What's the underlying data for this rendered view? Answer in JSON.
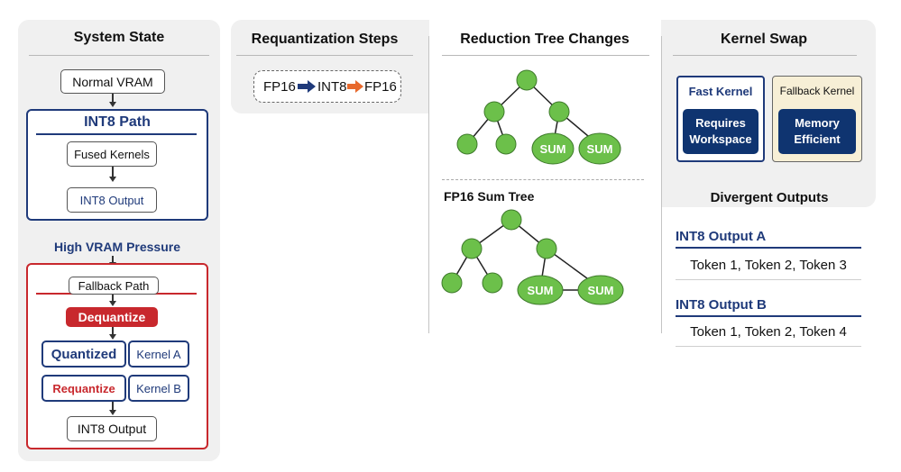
{
  "system_state": {
    "title": "System State",
    "normal_vram": "Normal VRAM",
    "int8_path_title": "INT8 Path",
    "fused_kernels": "Fused Kernels",
    "int8_output_top": "INT8 Output",
    "high_vram_pressure": "High VRAM Pressure",
    "fallback_path": "Fallback Path",
    "dequantize": "Dequantize",
    "quantized": "Quantized",
    "kernel_a": "Kernel A",
    "requantize": "Requantize",
    "kernel_b": "Kernel B",
    "int8_output_bottom": "INT8 Output"
  },
  "requantization": {
    "title": "Requantization Steps",
    "step1": "FP16",
    "step2": "INT8",
    "step3": "FP16"
  },
  "reduction_tree": {
    "title": "Reduction Tree Changes",
    "top_leaf_labels": [
      "SUM",
      "SUM"
    ],
    "fp16_tree_title": "FP16 Sum Tree",
    "bottom_leaf_labels": [
      "SUM",
      "SUM"
    ]
  },
  "kernel_swap": {
    "title": "Kernel Swap",
    "fast_kernel": {
      "label": "Fast Kernel",
      "inner": "Requires Workspace"
    },
    "fallback_kernel": {
      "label": "Fallback Kernel",
      "inner": "Memory Efficient"
    }
  },
  "divergent_outputs": {
    "title": "Divergent Outputs",
    "output_a": {
      "label": "INT8 Output A",
      "tokens": "Token 1, Token 2, Token 3"
    },
    "output_b": {
      "label": "INT8 Output B",
      "tokens": "Token 1, Token 2, Token 4"
    }
  },
  "colors": {
    "navy": "#1f3a7a",
    "red": "#c8282d",
    "node_green": "#6cc04a",
    "dark_blue_box": "#0f3470",
    "fallback_bg": "#f7efd6"
  }
}
